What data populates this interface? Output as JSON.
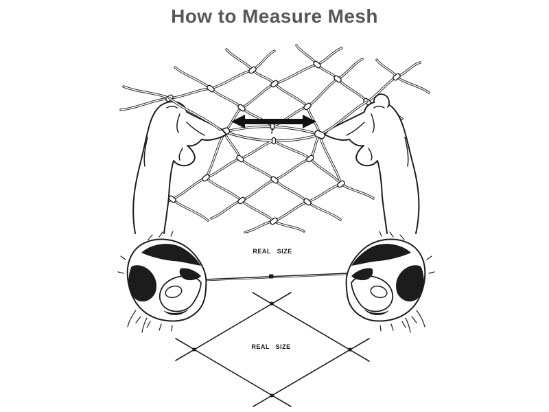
{
  "title": "How to Measure Mesh",
  "colors": {
    "background": "#ffffff",
    "ink": "#1c1c1c",
    "title": "#57575b"
  },
  "figure_stretch": {
    "name": "hands-stretching-net-mesh",
    "arrow_icon": "double-headed-horizontal-arrow"
  },
  "figure_real_size": {
    "twine_label": "REAL SIZE",
    "diamond_label": "REAL SIZE"
  }
}
